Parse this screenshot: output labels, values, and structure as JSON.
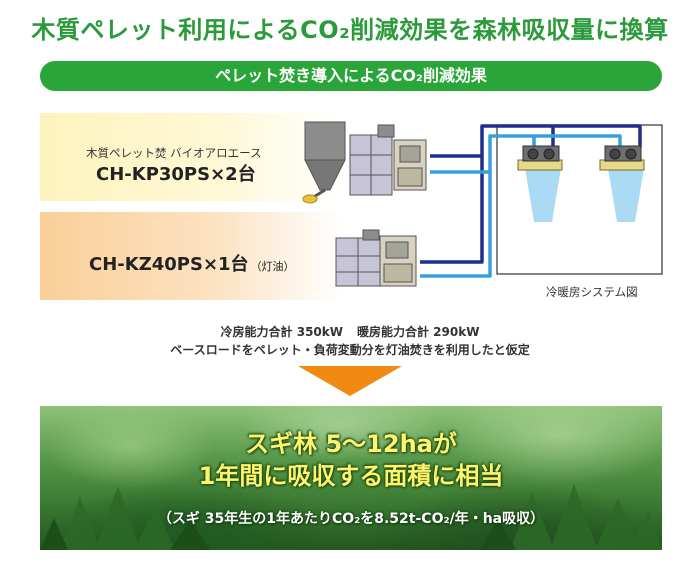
{
  "header": {
    "title": "木質ペレット利用によるCO₂削減効果を森林吸収量に換算",
    "subtitle": "ペレット焚き導入によるCO₂削減効果"
  },
  "panels": [
    {
      "note": "木質ペレット焚 バイオアロエース",
      "model": "CH-KP30PS×2台"
    },
    {
      "model": "CH-KZ40PS×1台",
      "fuel": "（灯油）"
    }
  ],
  "system": {
    "caption": "冷暖房システム図"
  },
  "capacity": {
    "cooling": "冷房能力合計 350kW",
    "heating": "暖房能力合計 290kW",
    "assumption": "ベースロードをペレット・負荷変動分を灯油焚きを利用したと仮定"
  },
  "result": {
    "headline_1": "スギ林 5～12haが",
    "headline_2": "1年間に吸収する面積に相当",
    "note": "（スギ 35年生の1年あたりCO₂を8.52t-CO₂/年・ha吸収）"
  },
  "colors": {
    "title_green": "#2a9a3a",
    "banner_green": "#2aa53a",
    "pipe_navy": "#1f2f8c",
    "pipe_sky": "#3aa0dc",
    "arrow_orange": "#f08a12",
    "headline_yellow": "#fff46a"
  },
  "icons": {
    "pellet_silo": "pellet-silo-icon",
    "chiller_unit": "absorption-chiller-icon",
    "ceiling_unit": "ceiling-fan-coil-icon"
  }
}
